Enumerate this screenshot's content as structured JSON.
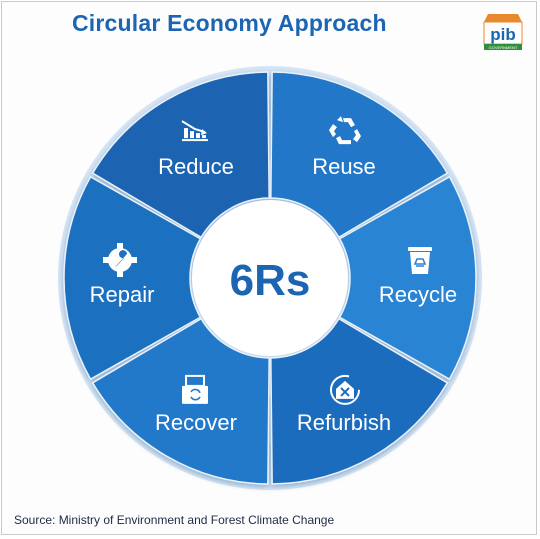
{
  "title": "Circular Economy Approach",
  "logo": {
    "text": "pib",
    "subtext": "GOVERNMENT"
  },
  "center_label": "6Rs",
  "segments": [
    {
      "label": "Reduce",
      "icon": "bar-chart-decline-icon",
      "color": "#1c63b2"
    },
    {
      "label": "Reuse",
      "icon": "recycle-arrows-icon",
      "color": "#2277c8"
    },
    {
      "label": "Recycle",
      "icon": "recycle-bin-icon",
      "color": "#2a84d4"
    },
    {
      "label": "Refurbish",
      "icon": "house-tools-icon",
      "color": "#1f6cbd"
    },
    {
      "label": "Recover",
      "icon": "restore-box-icon",
      "color": "#2379c9"
    },
    {
      "label": "Repair",
      "icon": "gear-wrench-icon",
      "color": "#1e70c0"
    }
  ],
  "source": "Source: Ministry of Environment and Forest Climate Change"
}
